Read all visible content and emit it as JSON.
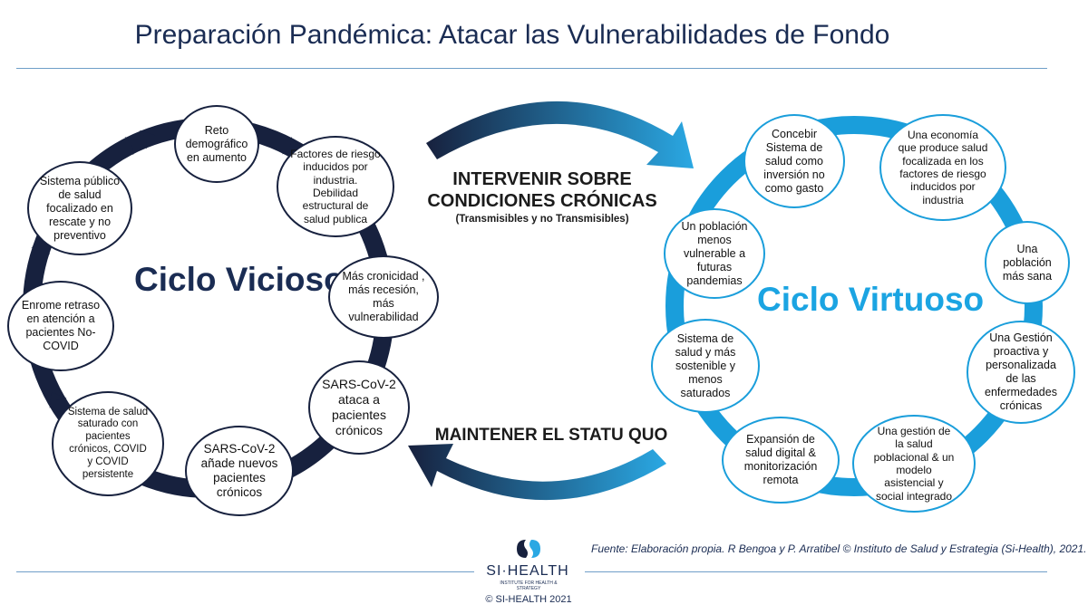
{
  "title": "Preparación Pandémica: Atacar las Vulnerabilidades de Fondo",
  "vicious": {
    "label": "Ciclo Vicioso",
    "nodes": [
      {
        "text": "Reto\ndemográfico\nen aumento"
      },
      {
        "text": "Factores de riesgo\ninducidos por\nindustria.\nDebilidad\nestructural de\nsalud publica"
      },
      {
        "text": "Más cronicidad ,\nmás recesión,\nmás\nvulnerabilidad"
      },
      {
        "text": "SARS-CoV-2\nataca a\npacientes\ncrónicos"
      },
      {
        "text": "SARS-CoV-2\nañade nuevos\npacientes\ncrónicos"
      },
      {
        "text": "Sistema de salud\nsaturado con\npacientes\ncrónicos, COVID\ny COVID\npersistente"
      },
      {
        "text": "Enrome retraso\nen atención a\npacientes No-\nCOVID"
      },
      {
        "text": "Sistema público\nde salud\nfocalizado en\nrescate y no\npreventivo"
      }
    ]
  },
  "virtuous": {
    "label": "Ciclo Virtuoso",
    "nodes": [
      {
        "text": "Concebir\nSistema de\nsalud como\ninversión no\ncomo gasto"
      },
      {
        "text": "Una economía\nque produce salud\nfocalizada en los\nfactores de riesgo\ninducidos por\nindustria"
      },
      {
        "text": "Una\npoblación\nmás sana"
      },
      {
        "text": "Una Gestión\nproactiva y\npersonalizada\nde las\nenfermedades\ncrónicas"
      },
      {
        "text": "Una gestión de\nla salud\npoblacional & un\nmodelo\nasistencial y\nsocial  integrado"
      },
      {
        "text": "Expansión de\nsalud digital  &\nmonitorización\nremota"
      },
      {
        "text": "Sistema de\nsalud y más\nsostenible y\nmenos\nsaturados"
      },
      {
        "text": "Un población\nmenos\nvulnerable a\nfuturas\npandemias"
      }
    ]
  },
  "intervene": {
    "line1": "INTERVENIR SOBRE",
    "line2": "CONDICIONES CRÓNICAS",
    "sub": "(Transmisibles y no Transmisibles)"
  },
  "maintain": "MAINTENER EL STATU QUO",
  "source": "Fuente: Elaboración propia. R Bengoa y P. Arratibel © Instituto de Salud y Estrategia (Si-Health), 2021.",
  "brand": {
    "name": "SI·HEALTH",
    "tagline": "INSTITUTE FOR HEALTH & STRATEGY",
    "copyright": "© SI-HEALTH 2021"
  },
  "colors": {
    "dark": "#17213e",
    "blue": "#1a9edb",
    "title": "#1a2c53"
  }
}
